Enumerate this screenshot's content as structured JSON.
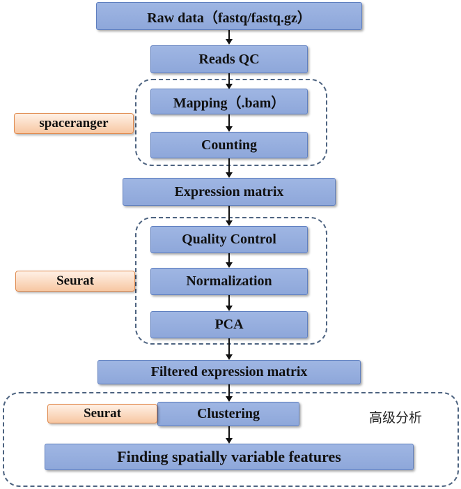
{
  "steps": {
    "raw_data": "Raw data（fastq/fastq.gz）",
    "reads_qc": "Reads QC",
    "mapping": "Mapping（.bam）",
    "counting": "Counting",
    "expression_matrix": "Expression matrix",
    "quality_control": "Quality Control",
    "normalization": "Normalization",
    "pca": "PCA",
    "filtered_matrix": "Filtered expression matrix",
    "clustering": "Clustering",
    "finding_features": "Finding spatially variable features"
  },
  "tools": {
    "spaceranger": "spaceranger",
    "seurat_1": "Seurat",
    "seurat_2": "Seurat"
  },
  "advanced_note": "高级分析",
  "colors": {
    "step_fill": "#9fb6e3",
    "step_border": "#5f7fbf",
    "tool_fill": "#f7c7a2",
    "tool_border": "#e0894d",
    "group_border": "#4d6380"
  }
}
